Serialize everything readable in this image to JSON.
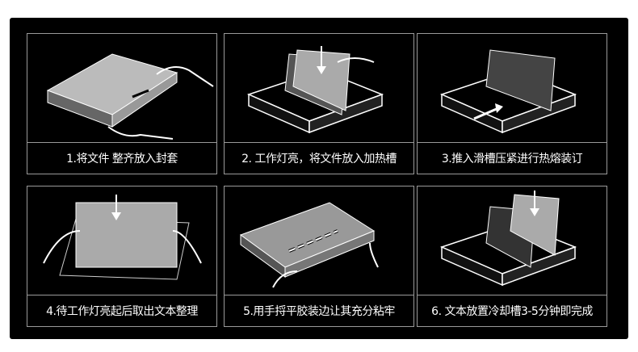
{
  "steps": [
    {
      "caption": "1.将文件 整齐放入封套"
    },
    {
      "caption": "2. 工作灯亮，将文件放入加热槽"
    },
    {
      "caption": "3.推入滑槽压紧进行热熔装订"
    },
    {
      "caption": "4.待工作灯亮起后取出文本整理"
    },
    {
      "caption": "5.用手捋平胶装边让其充分粘牢"
    },
    {
      "caption": "6. 文本放置冷却槽3-5分钟即完成"
    }
  ]
}
